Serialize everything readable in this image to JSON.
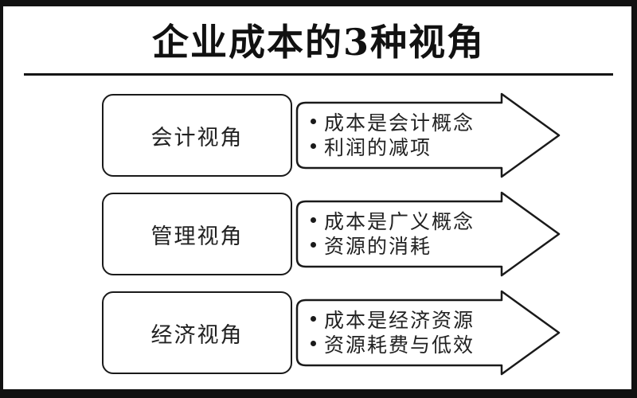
{
  "title": "企业成本的3种视角",
  "rows": [
    {
      "label": "会计视角",
      "bullets": [
        "成本是会计概念",
        "利润的减项"
      ]
    },
    {
      "label": "管理视角",
      "bullets": [
        "成本是广义概念",
        "资源的消耗"
      ]
    },
    {
      "label": "经济视角",
      "bullets": [
        "成本是经济资源",
        "资源耗费与低效"
      ]
    }
  ],
  "icons": [
    {
      "name": "block-arrow-right",
      "count": 3
    }
  ],
  "colors": {
    "ink": "#1a1a1a",
    "frame": "#111111",
    "background": "#ffffff",
    "text": "#222222"
  }
}
